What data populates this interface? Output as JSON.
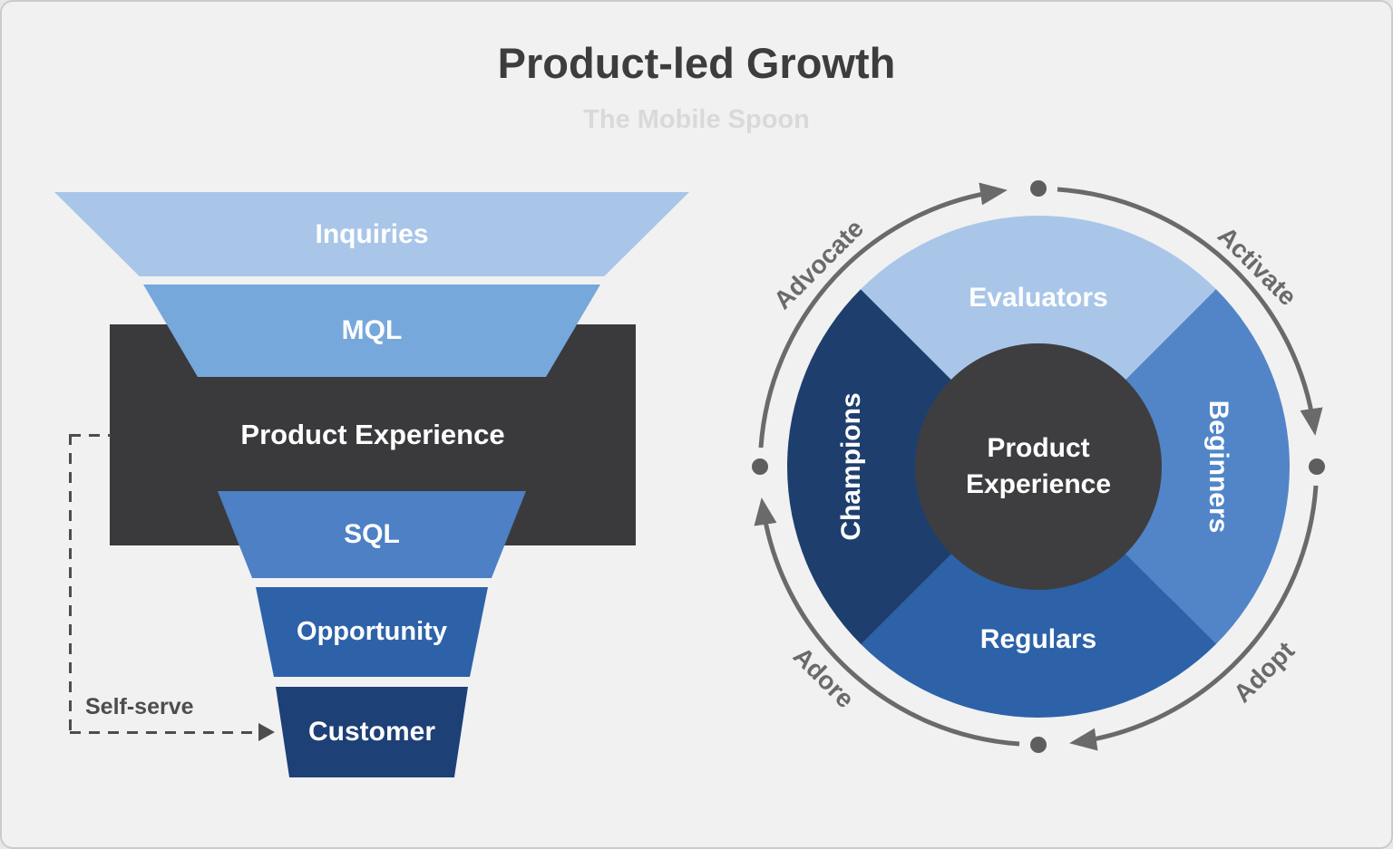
{
  "title": {
    "text": "Product-led Growth",
    "color": "#3d3d3d"
  },
  "subtitle": {
    "text": "The Mobile Spoon",
    "color": "#d9d9d9"
  },
  "canvas": {
    "background": "#f1f1f2",
    "border_color": "#cbcbcb"
  },
  "funnel": {
    "stages": [
      {
        "label": "Inquiries",
        "color": "#a9c6e8"
      },
      {
        "label": "MQL",
        "color": "#77a8db"
      },
      {
        "label": "SQL",
        "color": "#4d80c4"
      },
      {
        "label": "Opportunity",
        "color": "#2d62a8"
      },
      {
        "label": "Customer",
        "color": "#1d4076"
      }
    ],
    "backdrop": {
      "label": "Product Experience",
      "color": "#3a3a3c"
    },
    "connector": {
      "label": "Self-serve",
      "color": "#4d4d4d"
    }
  },
  "cycle": {
    "segments": [
      {
        "label": "Evaluators",
        "color": "#a9c6e8",
        "position": "top"
      },
      {
        "label": "Beginners",
        "color": "#5185c8",
        "position": "right"
      },
      {
        "label": "Regulars",
        "color": "#2d62a8",
        "position": "bottom"
      },
      {
        "label": "Champions",
        "color": "#1e3f6e",
        "position": "left"
      }
    ],
    "phases": [
      {
        "label": "Advocate",
        "position": "top-left"
      },
      {
        "label": "Activate",
        "position": "top-right"
      },
      {
        "label": "Adopt",
        "position": "bottom-right"
      },
      {
        "label": "Adore",
        "position": "bottom-left"
      }
    ],
    "center": {
      "line1": "Product",
      "line2": "Experience",
      "color": "#3e3e40"
    },
    "ring_color": "#6a6a6a"
  }
}
